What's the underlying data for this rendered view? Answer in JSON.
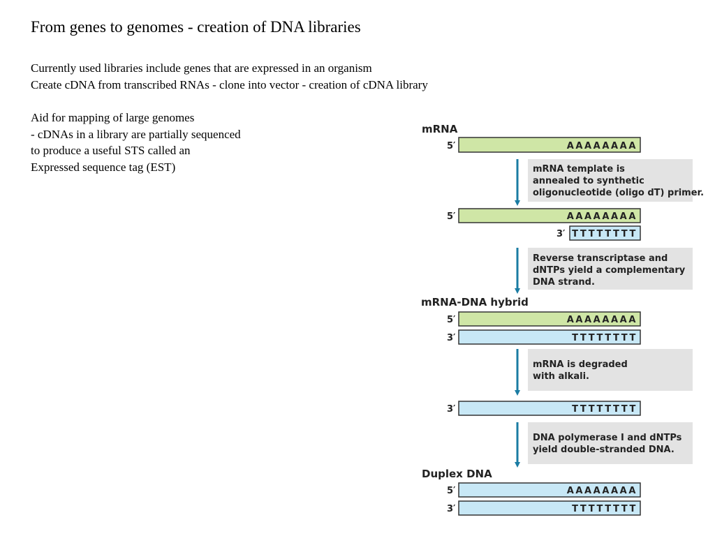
{
  "slide": {
    "title": "From genes to genomes - creation of DNA libraries",
    "paragraph1": [
      "Currently used libraries include genes that are expressed in an organism",
      "Create cDNA from transcribed RNAs - clone into vector - creation of cDNA library"
    ],
    "paragraph2": [
      "Aid for mapping of large genomes",
      "- cDNAs in a library are partially sequenced",
      "to produce a useful STS called an",
      "Expressed sequence tag (EST)"
    ]
  },
  "diagram": {
    "colors": {
      "mrna_fill": "#cfe6a6",
      "dna_fill": "#c8e8f6",
      "arrow": "#1a7ca3",
      "step_box": "#e3e3e3",
      "strand_border": "#333333"
    },
    "stage_labels": {
      "mrna": "mRNA",
      "hybrid": "mRNA-DNA hybrid",
      "duplex": "Duplex DNA"
    },
    "five_prime": "5′",
    "three_prime": "3′",
    "poly_a": "AAAAAAAA",
    "poly_t": "TTTTTTTT",
    "steps": [
      [
        "mRNA template is",
        "annealed to synthetic",
        "oligonucleotide (oligo dT) primer."
      ],
      [
        "Reverse transcriptase and",
        "dNTPs yield a complementary",
        "DNA strand."
      ],
      [
        "mRNA is degraded",
        "with alkali."
      ],
      [
        "DNA polymerase I and dNTPs",
        "yield double-stranded DNA."
      ]
    ]
  }
}
